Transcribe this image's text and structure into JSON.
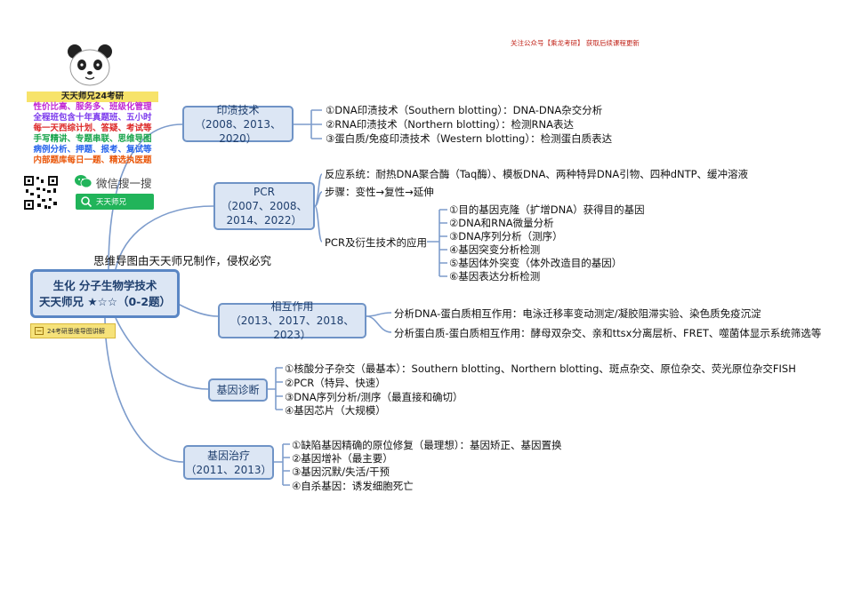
{
  "top_note": "关注公众号【乘龙考研】 获取后续课程更新",
  "brand": {
    "title": "天天师兄24考研",
    "lines": [
      {
        "text": "性价比高、服务多、班级化管理",
        "color": "#c026d3"
      },
      {
        "text": "全程班包含十年真题班、五小时",
        "color": "#7c3aed"
      },
      {
        "text": "每一天西综计划、答疑、考试等",
        "color": "#dc2626"
      },
      {
        "text": "手写精讲、专题串联、思维导图",
        "color": "#16a34a"
      },
      {
        "text": "病例分析、押题、报考、复试等",
        "color": "#2563eb"
      },
      {
        "text": "内部题库每日一题、精选执医题",
        "color": "#ea580c"
      }
    ],
    "wechat_label": "微信搜一搜",
    "search_label": "天天师兄",
    "copyright": "思维导图由天天师兄制作，侵权必究",
    "badge": "24考研思维导图讲解"
  },
  "root": {
    "line1": "生化 分子生物学技术",
    "line2": "天天师兄 ★☆☆（0-2题）"
  },
  "branches": {
    "b1": {
      "line1": "印渍技术",
      "line2": "（2008、2013、2020）"
    },
    "b2": {
      "line1": "PCR",
      "line2": "（2007、2008、",
      "line3": "2014、2022）"
    },
    "b3": {
      "line1": "相互作用",
      "line2": "（2013、2017、2018、2023）"
    },
    "b4": {
      "line1": "基因诊断"
    },
    "b5": {
      "line1": "基因治疗",
      "line2": "（2011、2013）"
    }
  },
  "leaves": {
    "blot": [
      "①DNA印渍技术（Southern blotting）：DNA-DNA杂交分析",
      "②RNA印渍技术（Northern blotting）：检测RNA表达",
      "③蛋白质/免疫印渍技术（Western blotting）：检测蛋白质表达"
    ],
    "pcr": {
      "system": "反应系统：耐热DNA聚合酶（Taq酶）、模板DNA、两种特异DNA引物、四种dNTP、缓冲溶液",
      "steps": "步骤：变性→复性→延伸",
      "app_label": "PCR及衍生技术的应用",
      "apps": [
        "①目的基因克隆（扩增DNA）获得目的基因",
        "②DNA和RNA微量分析",
        "③DNA序列分析（测序）",
        "④基因突变分析检测",
        "⑤基因体外突变（体外改造目的基因）",
        "⑥基因表达分析检测"
      ]
    },
    "interaction": [
      "分析DNA-蛋白质相互作用：电泳迁移率变动测定/凝胶阻滞实验、染色质免疫沉淀",
      "分析蛋白质-蛋白质相互作用：酵母双杂交、亲和ttsx分离层析、FRET、噬菌体显示系统筛选等"
    ],
    "diagnosis": [
      "①核酸分子杂交（最基本）：Southern blotting、Northern blotting、斑点杂交、原位杂交、荧光原位杂交FISH",
      "②PCR（特异、快速）",
      "③DNA序列分析/测序（最直接和确切）",
      "④基因芯片（大规模）"
    ],
    "therapy": [
      "①缺陷基因精确的原位修复（最理想）：基因矫正、基因置换",
      "②基因增补（最主要）",
      "③基因沉默/失活/干预",
      "④自杀基因：诱发细胞死亡"
    ]
  },
  "colors": {
    "node_fill": "#dce6f4",
    "node_border": "#6f93c6",
    "line": "#7d9ccc",
    "search_green": "#21b45a"
  }
}
